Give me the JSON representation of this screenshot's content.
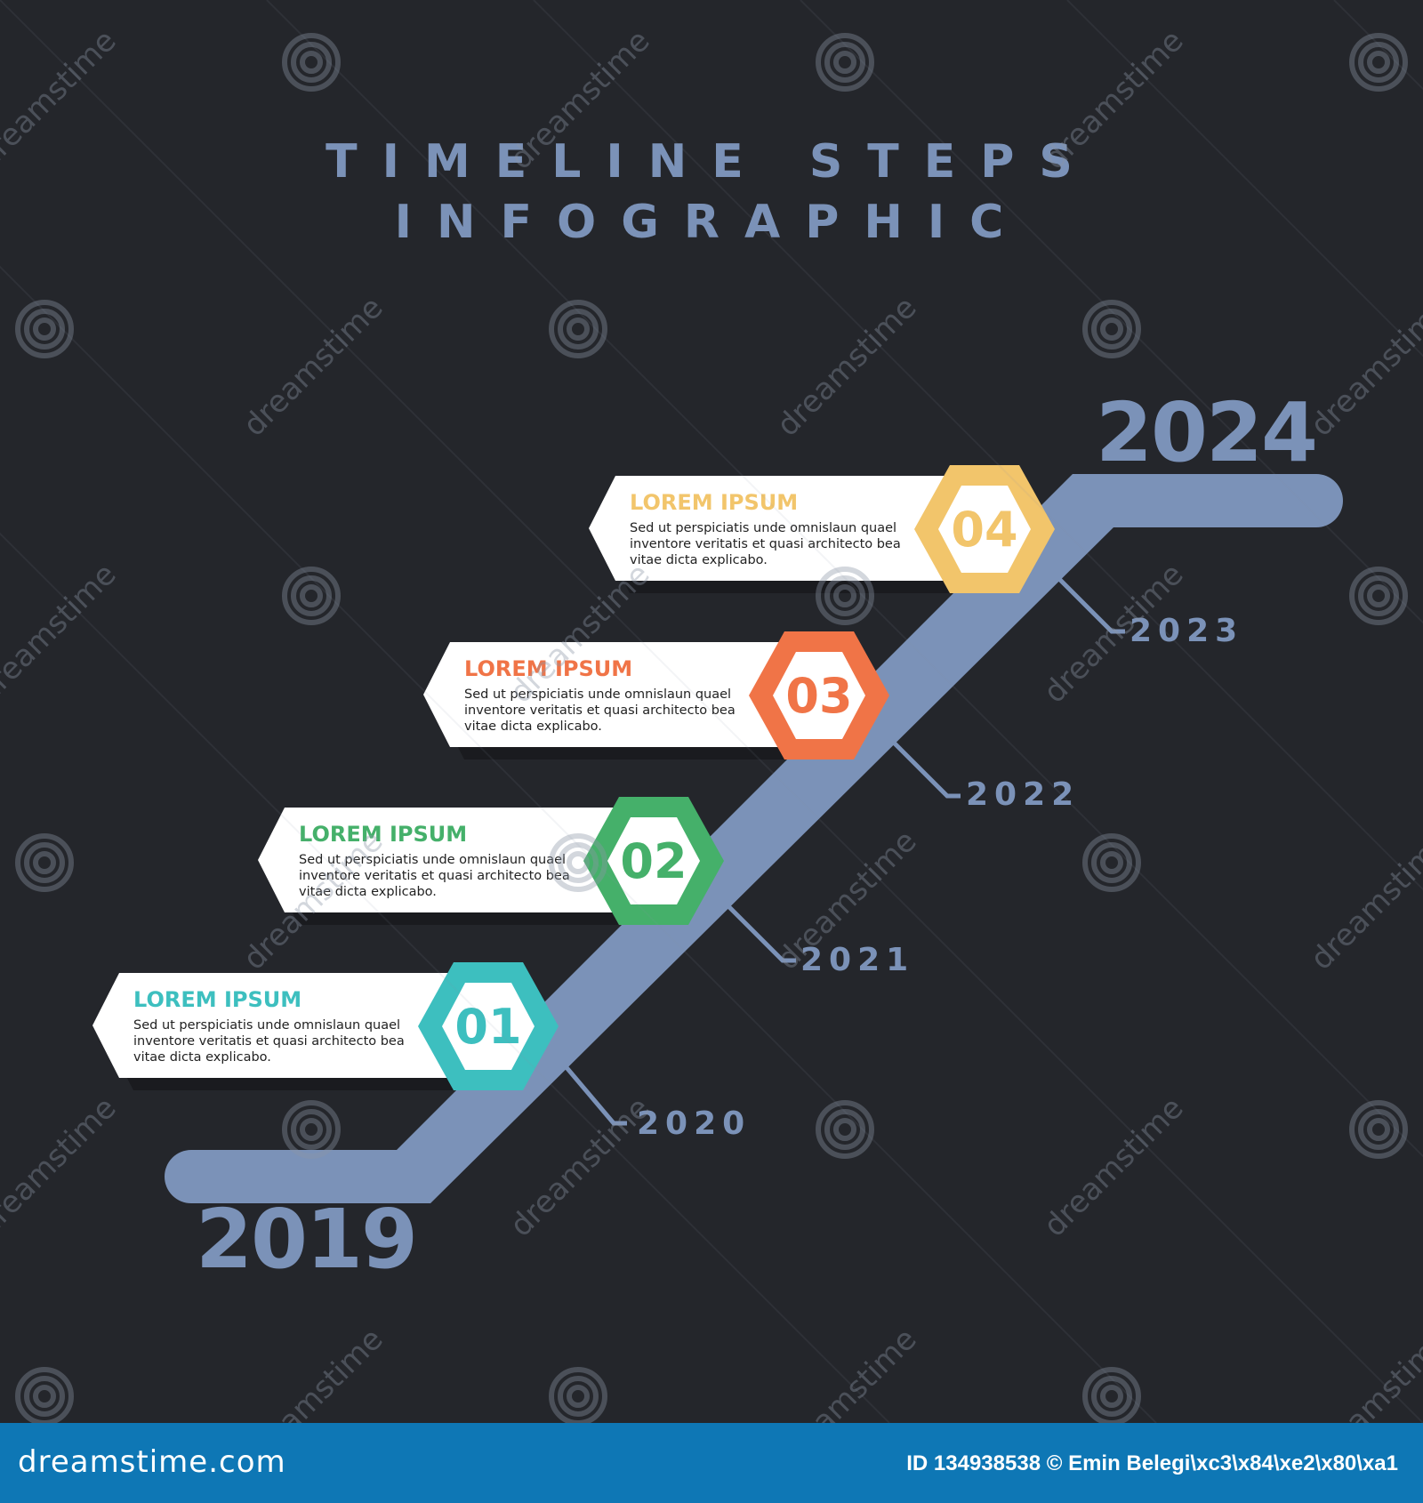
{
  "title": {
    "line1": "TIMELINE STEPS",
    "line2": "INFOGRAPHIC"
  },
  "years": {
    "start": "2019",
    "end": "2024"
  },
  "steps": [
    {
      "number": "01",
      "heading": "LOREM IPSUM",
      "text": "Sed ut perspiciatis unde omnislaun quael inventore veritatis et quasi architecto bea vitae dicta explicabo.",
      "year": "2020",
      "color": "#3dbfbf"
    },
    {
      "number": "02",
      "heading": "LOREM IPSUM",
      "text": "Sed ut perspiciatis unde omnislaun quael inventore veritatis et quasi architecto bea vitae dicta explicabo.",
      "year": "2021",
      "color": "#45b06a"
    },
    {
      "number": "03",
      "heading": "LOREM IPSUM",
      "text": "Sed ut perspiciatis unde omnislaun quael inventore veritatis et quasi architecto bea vitae dicta explicabo.",
      "year": "2022",
      "color": "#f07447"
    },
    {
      "number": "04",
      "heading": "LOREM IPSUM",
      "text": "Sed ut perspiciatis unde omnislaun quael inventore veritatis et quasi architecto bea vitae dicta explicabo.",
      "year": "2023",
      "color": "#f2c56b"
    }
  ],
  "colors": {
    "background": "#24262b",
    "path": "#7b92b8",
    "footer": "#0e77b5"
  },
  "watermark": {
    "text": "dreamstime",
    "icon": "spiral-icon"
  },
  "footer": {
    "site": "dreamstime.com",
    "credit": "ID 134938538 © Emin Belegi\\xc3\\x84\\xe2\\x80\\xa1"
  }
}
